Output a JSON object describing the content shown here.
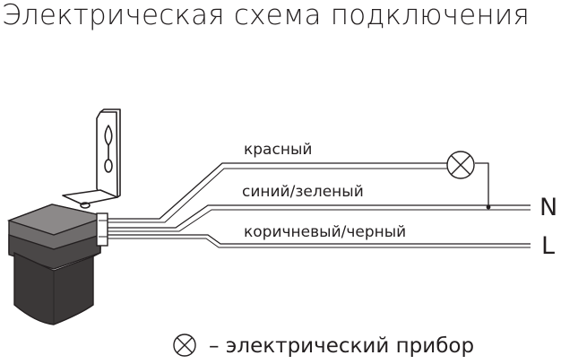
{
  "title": "Электрическая схема подключения",
  "wires": {
    "red": "красный",
    "blue_green": "синий/зеленый",
    "brown_black": "коричневый/черный"
  },
  "terminals": {
    "neutral": "N",
    "line": "L"
  },
  "legend": {
    "icon": "lamp-icon",
    "text": "– электрический прибор"
  },
  "colors": {
    "line": "#231f20",
    "sensor_body": "#3b3838",
    "sensor_top": "#6f6c6c",
    "background": "#ffffff"
  }
}
